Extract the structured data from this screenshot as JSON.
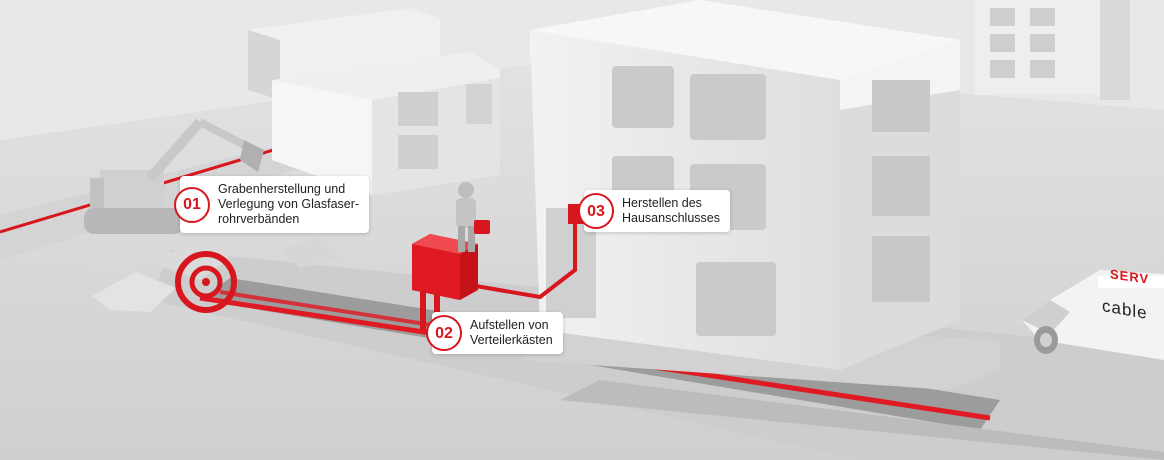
{
  "steps": [
    {
      "number": "01",
      "lines": [
        "Grabenherstellung und",
        "Verlegung von Glasfaser-",
        "rohrverbänden"
      ]
    },
    {
      "number": "02",
      "lines": [
        "Aufstellen von",
        "Verteilerkästen"
      ]
    },
    {
      "number": "03",
      "lines": [
        "Herstellen des",
        "Hausanschlusses"
      ]
    }
  ],
  "van": {
    "roof_sign": "SERV",
    "side_logo": "cable"
  },
  "colors": {
    "accent": "#d8161e",
    "background": "#e6e6e6",
    "ground": "#d9d9d9",
    "building": "#ededed",
    "callout_bg": "#ffffff"
  },
  "icons": [
    "excavator-icon",
    "cable-drum-icon",
    "distribution-box-icon",
    "worker-icon",
    "van-icon"
  ]
}
